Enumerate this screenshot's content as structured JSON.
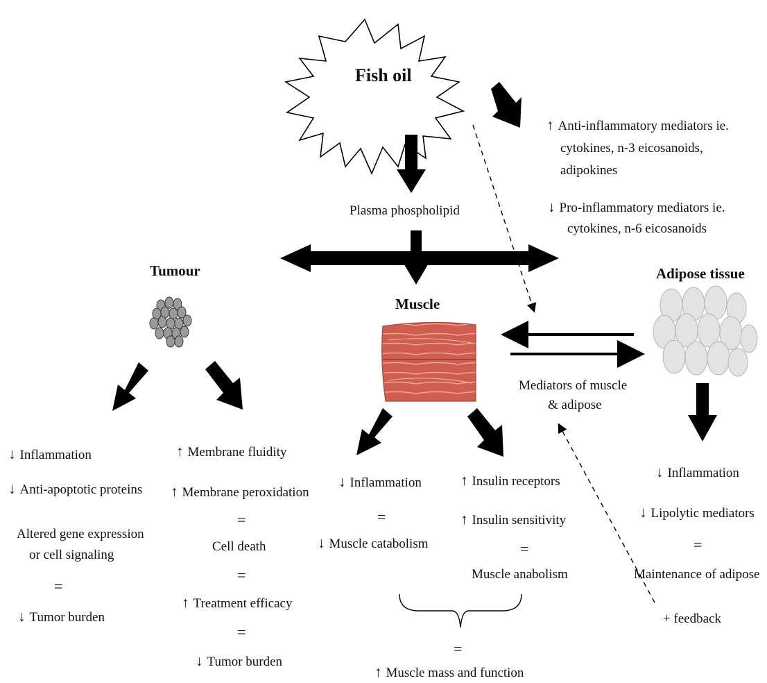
{
  "fish_oil": {
    "label": "Fish oil"
  },
  "plasma": {
    "label": "Plasma phospholipid"
  },
  "mediators_top": {
    "up_arrow": "↑",
    "down_arrow": "↓",
    "anti_line1": "Anti-inflammatory mediators ie.",
    "anti_line2": "cytokines, n-3 eicosanoids,",
    "anti_line3": "adipokines",
    "pro_line1": "Pro-inflammatory mediators ie.",
    "pro_line2": "cytokines, n-6 eicosanoids"
  },
  "tumour": {
    "title": "Tumour",
    "left": {
      "inflammation": "Inflammation",
      "anti_apoptotic": "Anti-apoptotic proteins",
      "altered_line1": "Altered gene expression",
      "altered_line2": "or cell signaling",
      "equals": "=",
      "burden": "Tumor burden"
    },
    "right": {
      "fluidity": "Membrane fluidity",
      "peroxidation": "Membrane peroxidation",
      "equals1": "=",
      "cell_death": "Cell death",
      "equals2": "=",
      "efficacy": "Treatment efficacy",
      "equals3": "=",
      "burden": "Tumor burden"
    }
  },
  "muscle": {
    "title": "Muscle",
    "left": {
      "inflammation": "Inflammation",
      "equals": "=",
      "catabolism": "Muscle catabolism"
    },
    "right": {
      "receptors": "Insulin receptors",
      "sensitivity": "Insulin sensitivity",
      "equals": "=",
      "anabolism": "Muscle anabolism"
    },
    "bottom_equals": "=",
    "mass": "Muscle mass and function"
  },
  "adipose": {
    "title": "Adipose tissue",
    "mediators_line1": "Mediators of muscle",
    "mediators_line2": "& adipose",
    "inflammation": "Inflammation",
    "lipolytic": "Lipolytic mediators",
    "equals": "=",
    "maintenance": "Maintenance of adipose",
    "feedback": "+ feedback"
  },
  "colors": {
    "arrow": "#000000",
    "muscle_fill": "#c8554a",
    "muscle_stripe": "#e8a090",
    "adipose_cell": "#d9d9d9",
    "tumour_cell": "#9a9a9a"
  }
}
